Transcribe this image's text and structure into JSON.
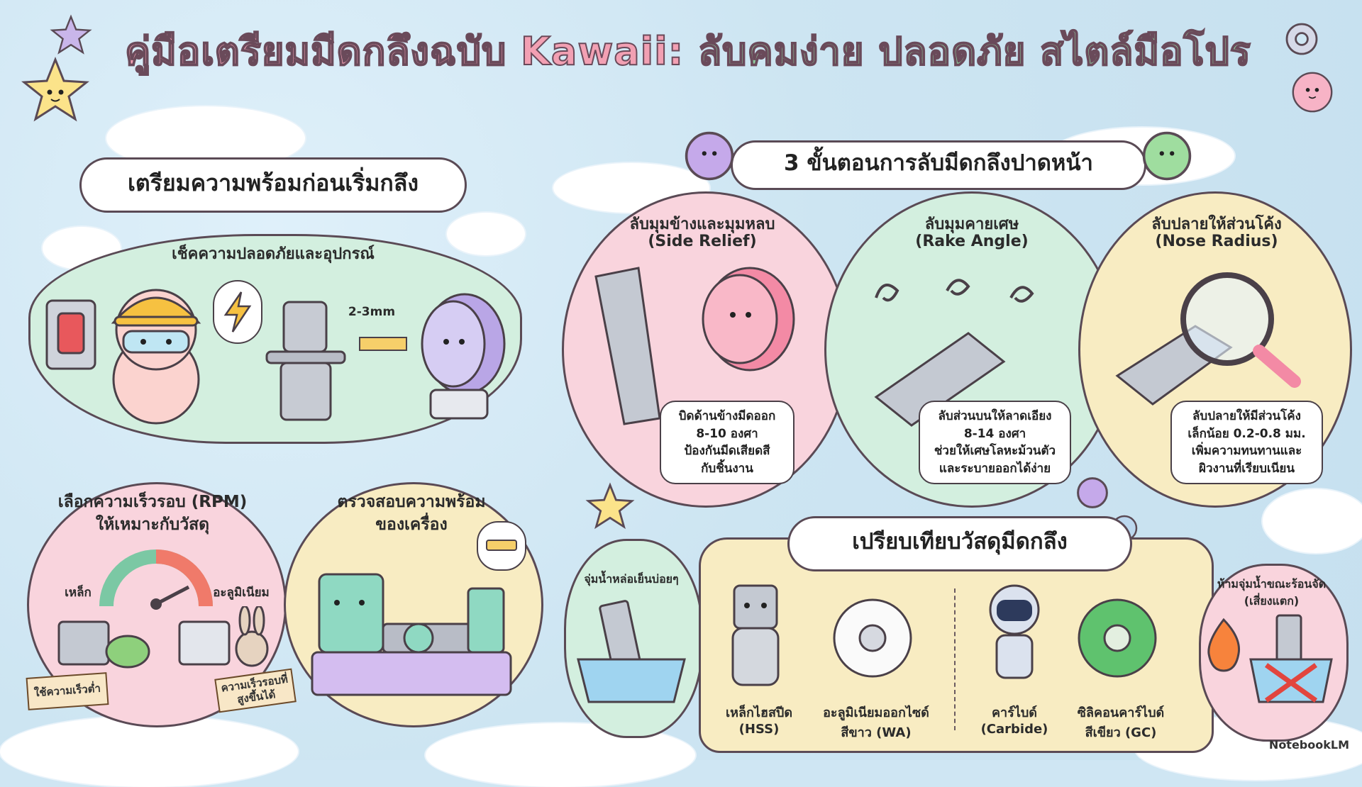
{
  "title": {
    "part1": "คู่มือเตรียมมีดกลึงฉบับ Kawaii:",
    "part2": "ลับคมง่าย ปลอดภัย สไตล์มือโปร"
  },
  "prep": {
    "heading": "เตรียมความพร้อมก่อนเริ่มกลึง",
    "safety_label": "เช็คความปลอดภัยและอุปกรณ์",
    "gap_label": "2-3mm",
    "rpm_heading_line1": "เลือกความเร็วรอบ (RPM)",
    "rpm_heading_line2": "ให้เหมาะกับวัสดุ",
    "gauge_left": "เหล็ก",
    "gauge_right": "อะลูมิเนียม",
    "sign_slow": "ใช้ความเร็วต่ำ",
    "sign_fast": "ความเร็วรอบที่สูงขึ้นได้",
    "machine_heading_line1": "ตรวจสอบความพร้อม",
    "machine_heading_line2": "ของเครื่อง"
  },
  "steps": {
    "heading": "3 ขั้นตอนการลับมีดกลึงปาดหน้า",
    "items": [
      {
        "title_th": "ลับมุมข้างและมุมหลบ",
        "title_en": "(Side Relief)",
        "desc": [
          "บิดด้านข้างมีดออก",
          "8-10 องศา",
          "ป้องกันมีดเสียดสี",
          "กับชิ้นงาน"
        ]
      },
      {
        "title_th": "ลับมุมคายเศษ",
        "title_en": "(Rake Angle)",
        "desc": [
          "ลับส่วนบนให้ลาดเอียง",
          "8-14 องศา",
          "ช่วยให้เศษโลหะม้วนตัว",
          "และระบายออกได้ง่าย"
        ]
      },
      {
        "title_th": "ลับปลายให้ส่วนโค้ง",
        "title_en": "(Nose Radius)",
        "desc": [
          "ลับปลายให้มีส่วนโค้ง",
          "เล็กน้อย 0.2-0.8 มม.",
          "เพิ่มความทนทานและ",
          "ผิวงานที่เรียบเนียน"
        ]
      }
    ]
  },
  "compare": {
    "heading": "เปรียบเทียบวัสดุมีดกลึง",
    "left_note": "จุ่มน้ำหล่อเย็นบ่อยๆ",
    "right_note_line1": "ห้ามจุ่มน้ำขณะร้อนจัด",
    "right_note_line2": "(เสี่ยงแตก)",
    "materials": [
      {
        "name": "เหล็กไฮสปีด",
        "code": "(HSS)"
      },
      {
        "name": "อะลูมิเนียมออกไซด์",
        "code": "สีขาว (WA)"
      },
      {
        "name": "คาร์ไบด์",
        "code": "(Carbide)"
      },
      {
        "name": "ซิลิคอนคาร์ไบด์",
        "code": "สีเขียว (GC)"
      }
    ]
  },
  "footer": {
    "brand": "NotebookLM"
  },
  "colors": {
    "pink": "#f9d4dd",
    "mint": "#d3efdf",
    "cream": "#f8ecc2",
    "lavender": "#dcd0f0",
    "outline": "#5a4a55"
  },
  "icons": [
    "star-icon",
    "gear-icon",
    "cloud-icon",
    "lightning-icon",
    "magnifier-icon",
    "fire-icon",
    "water-bowl-icon",
    "robot-icon",
    "turtle-icon",
    "rabbit-icon"
  ]
}
